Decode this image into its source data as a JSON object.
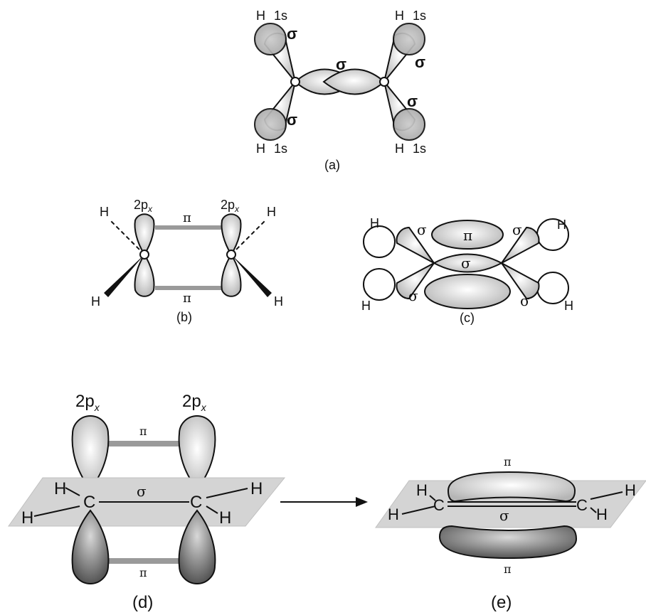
{
  "colors": {
    "stroke": "#111111",
    "plane": "#d4d4d4",
    "bond": "#9a9a9a",
    "lobe_light": "#f4f4f4",
    "lobe_dark": "#6a6a6a"
  },
  "panel_a": {
    "caption": "(a)",
    "h_labels": [
      "H",
      "H",
      "H",
      "H"
    ],
    "orbital_labels": [
      "1s",
      "1s",
      "1s",
      "1s"
    ],
    "sigma": "σ"
  },
  "panel_b": {
    "caption": "(b)",
    "p_label": "2p",
    "p_sub": "x",
    "pi": "π",
    "h": "H"
  },
  "panel_c": {
    "caption": "(c)",
    "pi": "π",
    "sigma": "σ",
    "h": "H"
  },
  "panel_d": {
    "caption": "(d)",
    "p_label": "2p",
    "p_sub": "x",
    "pi": "π",
    "sigma": "σ",
    "c": "C",
    "h": "H"
  },
  "panel_e": {
    "caption": "(e)",
    "pi": "π",
    "sigma": "σ",
    "c": "C",
    "h": "H"
  }
}
